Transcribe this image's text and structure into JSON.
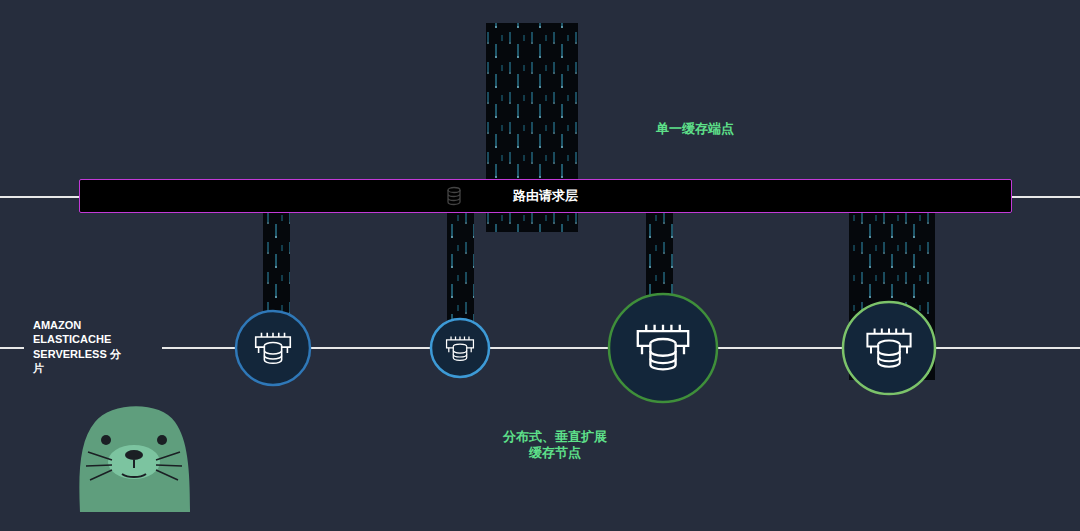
{
  "diagram": {
    "nodes": [
      {
        "text": [
          "路由请求层"
        ]
      }
    ],
    "labels": [
      "单一缓存端点",
      "AMAZON ELASTICACHE SERVERLESS 分片",
      "分布式、垂直扩展 缓存节点"
    ]
  }
}
